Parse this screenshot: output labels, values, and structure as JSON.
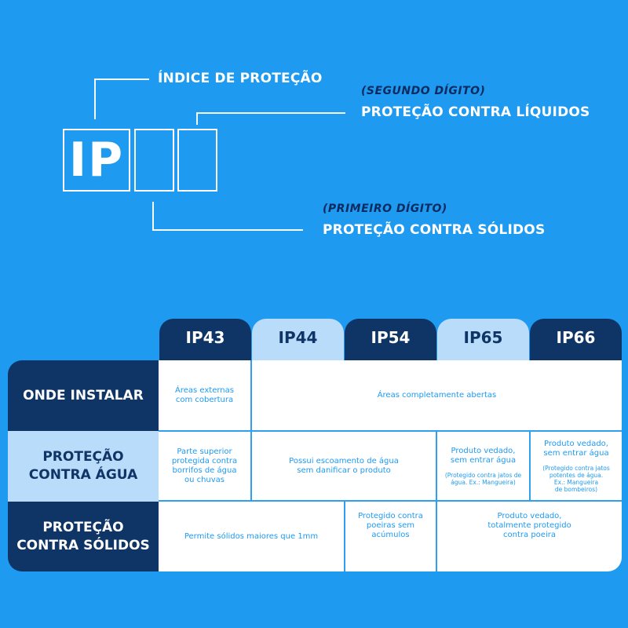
{
  "diagram": {
    "ip_label": "IP",
    "index_label": "ÍNDICE DE PROTEÇÃO",
    "second_digit_sub": "(SEGUNDO DÍGITO)",
    "second_digit_title": "PROTEÇÃO CONTRA LÍQUIDOS",
    "first_digit_sub": "(PRIMEIRO DÍGITO)",
    "first_digit_title": "PROTEÇÃO CONTRA SÓLIDOS"
  },
  "table": {
    "columns": [
      "IP43",
      "IP44",
      "IP54",
      "IP65",
      "IP66"
    ],
    "rows": {
      "install": {
        "label_line1": "ONDE INSTALAR",
        "ip43": [
          "Áreas externas",
          "com cobertura"
        ],
        "rest": "Áreas completamente abertas"
      },
      "water": {
        "label_line1": "PROTEÇÃO",
        "label_line2": "CONTRA ÁGUA",
        "ip43": [
          "Parte superior",
          "protegida contra",
          "borrifos de água",
          "ou chuvas"
        ],
        "ip44_54": [
          "Possui escoamento de água",
          "sem danificar o produto"
        ],
        "ip65_main": [
          "Produto vedado,",
          "sem entrar água"
        ],
        "ip65_note": [
          "(Protegido contra jatos de",
          "água. Ex.: Mangueira)"
        ],
        "ip66_main": [
          "Produto vedado,",
          "sem entrar água"
        ],
        "ip66_note": [
          "(Protegido contra jatos",
          "potentes de água.",
          "Ex.: Mangueira",
          "de bombeiros)"
        ]
      },
      "solids": {
        "label_line1": "PROTEÇÃO",
        "label_line2": "CONTRA SÓLIDOS",
        "ip43_44": "Permite sólidos maiores que 1mm",
        "ip54": [
          "Protegido contra",
          "poeiras sem",
          "acúmulos"
        ],
        "ip65_66": [
          "Produto vedado,",
          "totalmente protegido",
          "contra poeira"
        ]
      }
    }
  },
  "colors": {
    "background": "#1e9af0",
    "navy": "#0f3466",
    "light_blue": "#b9dcfa",
    "white": "#ffffff"
  }
}
